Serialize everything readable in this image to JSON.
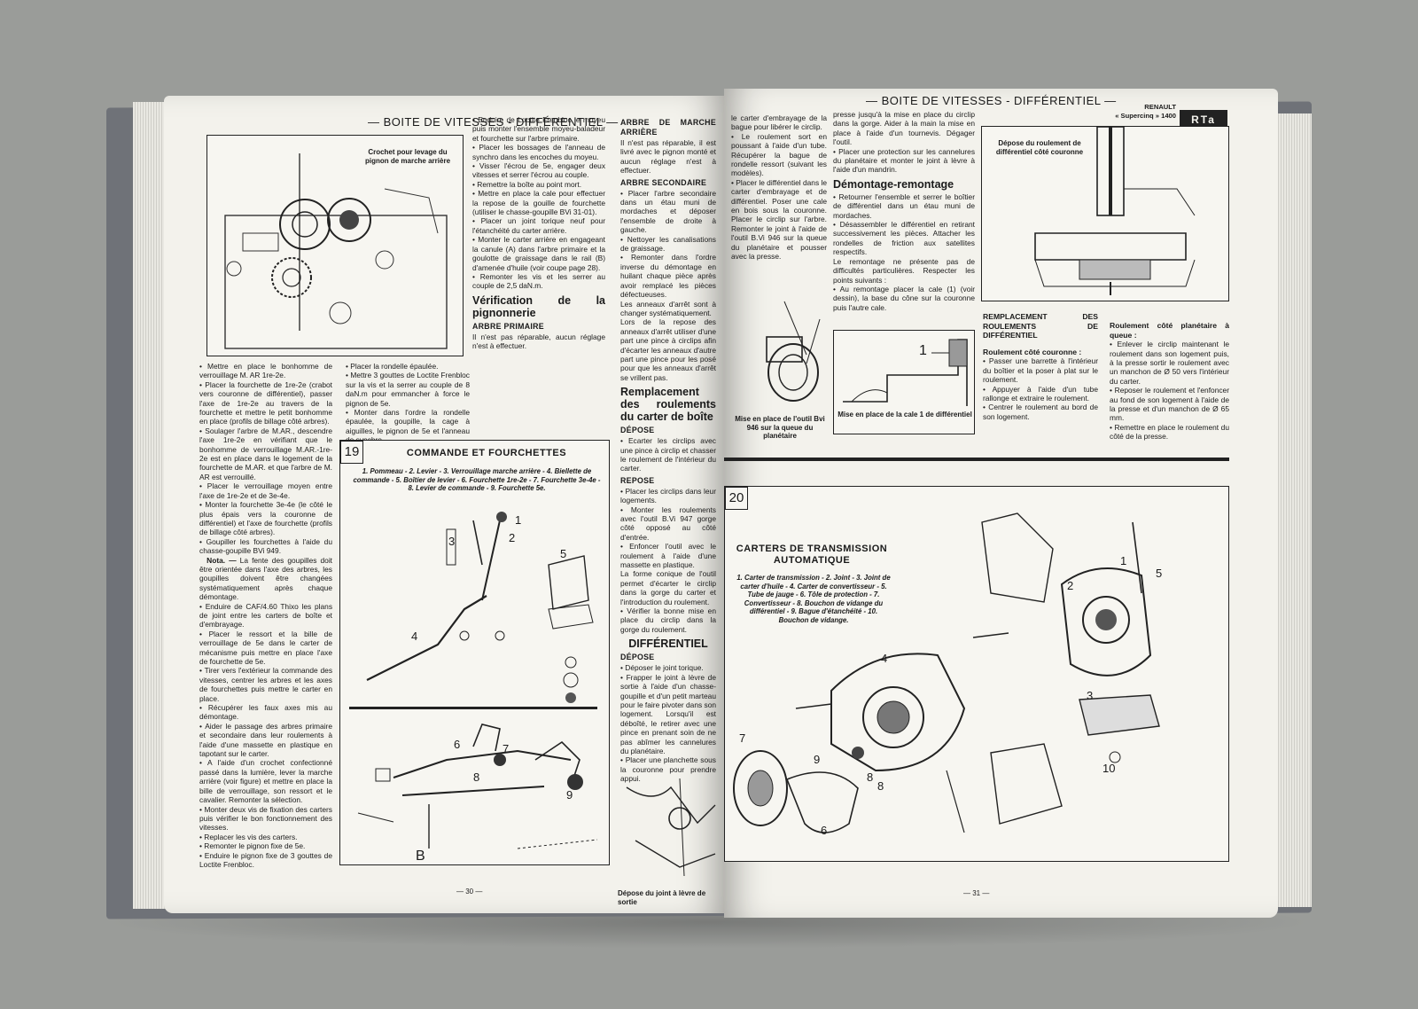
{
  "left_page": {
    "running_head": "— BOITE DE VITESSES - DIFFÉRENTIEL —",
    "page_number": "— 30 —",
    "fig_top_caption": "Crochet pour levage du pignon de marche arrière",
    "col1": [
      "Mettre en place le bonhomme de verrouillage M. AR 1re-2e.",
      "Placer la fourchette de 1re-2e (crabot vers couronne de différentiel), passer l'axe de 1re-2e au travers de la fourchette et mettre le petit bonhomme en place (profils de billage côté arbres).",
      "Soulager l'arbre de M.AR., descendre l'axe 1re-2e en vérifiant que le bonhomme de verrouillage M.AR.-1re-2e est en place dans le logement de la fourchette de M.AR. et que l'arbre de M. AR est verrouillé.",
      "Placer le verrouillage moyen entre l'axe de 1re-2e et de 3e-4e.",
      "Monter la fourchette 3e-4e (le côté le plus épais vers la couronne de différentiel) et l'axe de fourchette (profils de billage côté arbres).",
      "Goupiller les fourchettes à l'aide du chasse-goupille BVi 949."
    ],
    "col1_note_label": "Nota. —",
    "col1_note": "La fente des goupilles doit être orientée dans l'axe des arbres, les goupilles doivent être changées systématiquement après chaque démontage.",
    "col1b": [
      "Enduire de CAF/4.60 Thixo les plans de joint entre les carters de boîte et d'embrayage.",
      "Placer le ressort et la bille de verrouillage de 5e dans le carter de mécanisme puis mettre en place l'axe de fourchette de 5e.",
      "Tirer vers l'extérieur la commande des vitesses, centrer les arbres et les axes de fourchettes puis mettre le carter en place.",
      "Récupérer les faux axes mis au démontage.",
      "Aider le passage des arbres primaire et secondaire dans leur roulements à l'aide d'une massette en plastique en tapotant sur le carter.",
      "A l'aide d'un crochet confectionné passé dans la lumière, lever la marche arrière (voir figure) et mettre en place la bille de verrouillage, son ressort et le cavalier. Remonter la sélection.",
      "Monter deux vis de fixation des carters puis vérifier le bon fonctionnement des vitesses.",
      "Replacer les vis des carters.",
      "Remonter le pignon fixe de 5e.",
      "Enduire le pignon fixe de 3 gouttes de Loctite Frenbloc."
    ],
    "col2_top": [
      "Placer la rondelle épaulée.",
      "Mettre 3 gouttes de Loctite Frenbloc sur la vis et la serrer au couple de 8 daN.m pour emmancher à force le pignon de 5e.",
      "Monter dans l'ordre la rondelle épaulée, la goupille, la cage à aiguilles, le pignon de 5e et l'anneau de synchro."
    ],
    "col2": [
      "Enduire de Loctite Frenbloc le moyeu puis monter l'ensemble moyeu-baladeur et fourchette sur l'arbre primaire.",
      "Placer les bossages de l'anneau de synchro dans les encoches du moyeu.",
      "Visser l'écrou de 5e, engager deux vitesses et serrer l'écrou au couple.",
      "Remettre la boîte au point mort.",
      "Mettre en place la cale pour effectuer la repose de la gouille de fourchette (utiliser le chasse-goupille BVi 31-01).",
      "Placer un joint torique neuf pour l'étanchéité du carter arrière.",
      "Monter le carter arrière en engageant la canule (A) dans l'arbre primaire et la goulotte de graissage dans le rail (B) d'amenée d'huile (voir coupe page 28).",
      "Remonter les vis et les serrer au couple de 2,5 daN.m."
    ],
    "verif_title": "Vérification de la pignonnerie",
    "verif_sub": "ARBRE PRIMAIRE",
    "verif_text": "Il n'est pas réparable, aucun réglage n'est à effectuer.",
    "col3": {
      "h_mar": "ARBRE DE MARCHE ARRIÈRE",
      "t_mar": "Il n'est pas réparable, il est livré avec le pignon monté et aucun réglage n'est à effectuer.",
      "h_sec": "ARBRE SECONDAIRE",
      "t_sec1": "Placer l'arbre secondaire dans un étau muni de mordaches et déposer l'ensemble de droite à gauche.",
      "t_sec2": "Nettoyer les canalisations de graissage.",
      "t_sec3": "Remonter dans l'ordre inverse du démontage en huilant chaque pièce après avoir remplacé les pièces défectueuses.",
      "t_sec4": "Les anneaux d'arrêt sont à changer systématiquement.",
      "t_sec5": "Lors de la repose des anneaux d'arrêt utiliser d'une part une pince à circlips afin d'écarter les anneaux d'autre part une pince pour les posé pour que les anneaux d'arrêt se vrillent pas.",
      "h_roul": "Remplacement des roulements du carter de boîte",
      "h_depose": "DÉPOSE",
      "t_dep1": "Ecarter les circlips avec une pince à circlip et chasser le roulement de l'intérieur du carter.",
      "h_repose": "REPOSE",
      "t_rep1": "Placer les circlips dans leur logements.",
      "t_rep2": "Monter les roulements avec l'outil B.Vi 947 gorge côté opposé au côté d'entrée.",
      "t_rep3": "Enfoncer l'outil avec le roulement à l'aide d'une massette en plastique.",
      "t_rep4": "La forme conique de l'outil permet d'écarter le circlip dans la gorge du carter et l'introduction du roulement.",
      "t_rep5": "Vérifier la bonne mise en place du circlip dans la gorge du roulement.",
      "h_diff": "DIFFÉRENTIEL",
      "h_diff_dep": "DÉPOSE",
      "t_diff1": "Déposer le joint torique.",
      "t_diff2": "Frapper le joint à lèvre de sortie à l'aide d'un chasse-goupille et d'un petit marteau pour le faire pivoter dans son logement. Lorsqu'il est déboîté, le retirer avec une pince en prenant soin de ne pas abîmer les cannelures du planétaire.",
      "t_diff3": "Placer une planchette sous la couronne pour prendre appui.",
      "fig_caption": "Dépose du joint à lèvre de sortie"
    },
    "panel19": {
      "number": "19",
      "title": "COMMANDE ET FOURCHETTES",
      "legend": "1. Pommeau - 2. Levier - 3. Verrouillage marche arrière - 4. Biellette de commande - 5. Boîtier de levier - 6. Fourchette 1re-2e - 7. Fourchette 3e-4e - 8. Levier de commande - 9. Fourchette 5e.",
      "labels": [
        "1",
        "2",
        "3",
        "4",
        "5",
        "6",
        "7",
        "8",
        "9",
        "B"
      ]
    }
  },
  "right_page": {
    "running_head": "— BOITE DE VITESSES - DIFFÉRENTIEL —",
    "brand": "RENAULT",
    "model": "« Supercinq » 1400",
    "logo": "RTa",
    "page_number": "— 31 —",
    "col0": [
      "le carter d'embrayage de la bague pour libérer le circlip.",
      "Le roulement sort en poussant à l'aide d'un tube. Récupérer la bague de rondelle ressort (suivant les modèles).",
      "Placer le différentiel dans le carter d'embrayage et de différentiel. Poser une cale en bois sous la couronne. Placer le circlip sur l'arbre. Remonter le joint à l'aide de l'outil B.Vi 946 sur la queue du planétaire et pousser avec la presse."
    ],
    "fig_outil_caption": "Mise en place de l'outil Bvi 946 sur la queue du planétaire",
    "col1": [
      "presse jusqu'à la mise en place du circlip dans la gorge. Aider à la main la mise en place à l'aide d'un tournevis. Dégager l'outil.",
      "Placer une protection sur les cannelures du planétaire et monter le joint à lèvre à l'aide d'un mandrin."
    ],
    "dem_title": "Démontage-remontage",
    "dem": [
      "Retourner l'ensemble et serrer le boîtier de différentiel dans un étau muni de mordaches.",
      "Désassembler le différentiel en retirant successivement les pièces. Attacher les rondelles de friction aux satellites respectifs."
    ],
    "dem_text": "Le remontage ne présente pas de difficultés particulières. Respecter les points suivants :",
    "dem_b": "Au remontage placer la cale (1) (voir dessin), la base du cône sur la couronne puis l'autre cale.",
    "fig_cale_caption": "Mise en place de la cale 1 de différentiel",
    "fig_cale_label": "1",
    "fig_roul_caption": "Dépose du roulement de différentiel côté couronne",
    "rempl_title": "REMPLACEMENT DES ROULEMENTS DE DIFFÉRENTIEL",
    "rc_title": "Roulement côté couronne :",
    "rc": [
      "Passer une barrette à l'intérieur du boîtier et la poser à plat sur le roulement.",
      "Appuyer à l'aide d'un tube rallonge et extraire le roulement.",
      "Centrer le roulement au bord de son logement."
    ],
    "rp_title": "Roulement côté planétaire à queue :",
    "rp": [
      "Enlever le circlip maintenant le roulement dans son logement puis, à la presse sortir le roulement avec un manchon de Ø 50 vers l'intérieur du carter.",
      "Reposer le roulement et l'enfoncer au fond de son logement à l'aide de la presse et d'un manchon de Ø 65 mm.",
      "Remettre en place le roulement du côté de la presse."
    ],
    "panel20": {
      "number": "20",
      "title": "CARTERS DE TRANSMISSION AUTOMATIQUE",
      "legend": "1. Carter de transmission - 2. Joint - 3. Joint de carter d'huile - 4. Carter de convertisseur - 5. Tube de jauge - 6. Tôle de protection - 7. Convertisseur - 8. Bouchon de vidange du différentiel - 9. Bague d'étanchéité - 10. Bouchon de vidange.",
      "labels": [
        "1",
        "2",
        "3",
        "4",
        "5",
        "6",
        "7",
        "8",
        "8",
        "9",
        "10"
      ]
    }
  }
}
